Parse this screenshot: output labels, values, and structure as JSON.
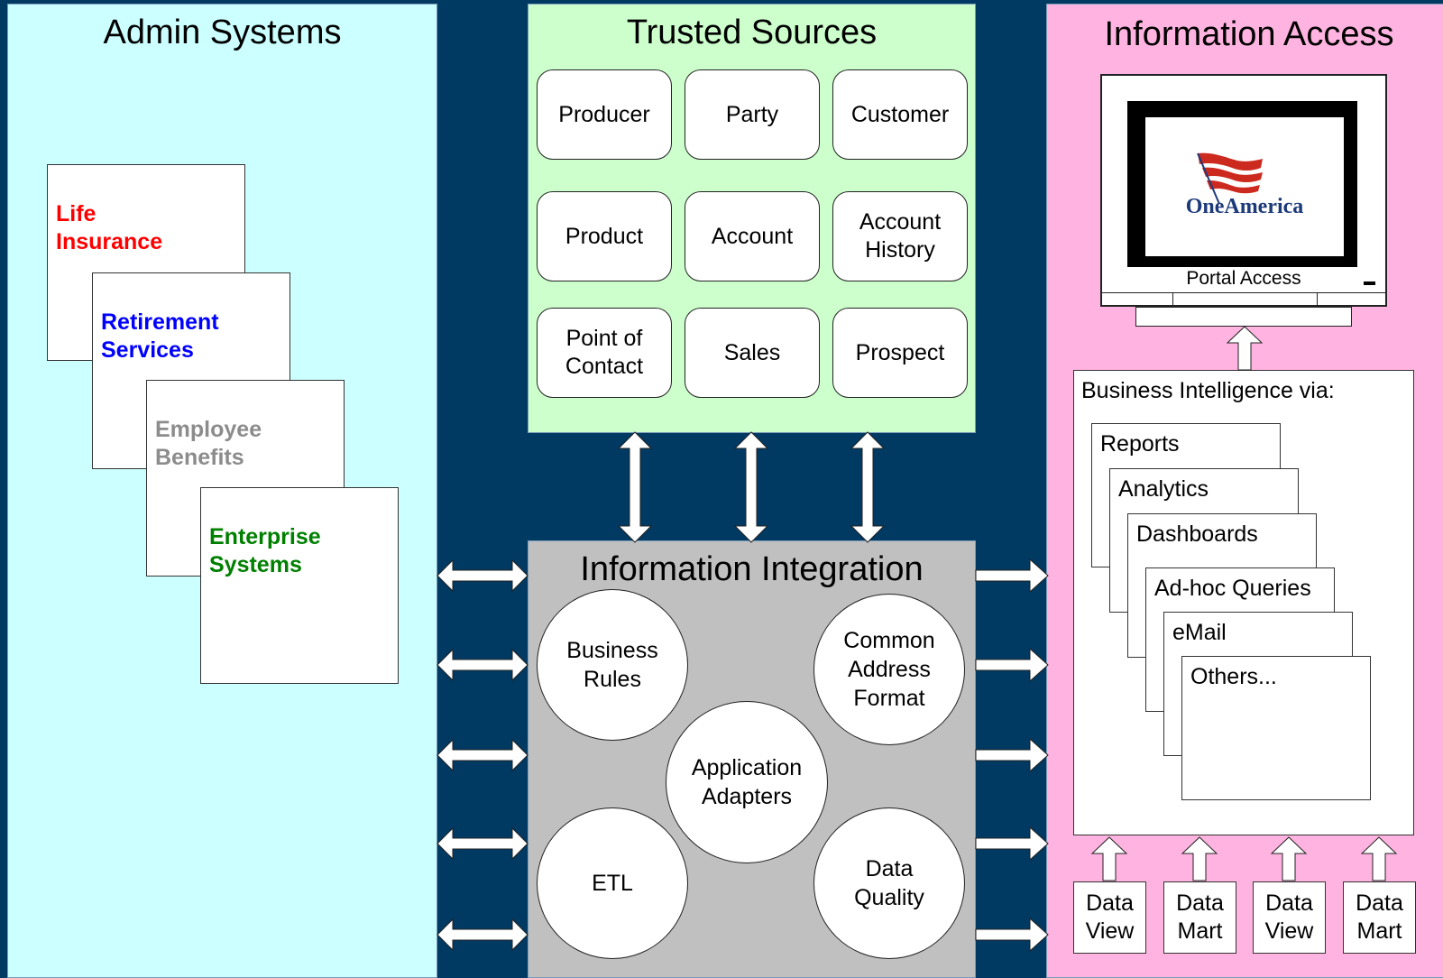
{
  "admin": {
    "title": "Admin Systems",
    "docs": [
      {
        "label": "Life\nInsurance",
        "color": "#ff0000"
      },
      {
        "label": "Retirement\nServices",
        "color": "#0000ff"
      },
      {
        "label": "Employee\nBenefits",
        "color": "#8c8c8c"
      },
      {
        "label": "Enterprise\nSystems",
        "color": "#008000"
      }
    ]
  },
  "trusted": {
    "title": "Trusted Sources",
    "items": [
      "Producer",
      "Party",
      "Customer",
      "Product",
      "Account",
      "Account\nHistory",
      "Point of\nContact",
      "Sales",
      "Prospect"
    ]
  },
  "integration": {
    "title": "Information Integration",
    "circles": {
      "business_rules": "Business\nRules",
      "common_address": "Common\nAddress\nFormat",
      "adapters": "Application\nAdapters",
      "etl": "ETL",
      "data_quality": "Data\nQuality"
    }
  },
  "access": {
    "title": "Information Access",
    "portal_label": "Portal Access",
    "logo_text": "OneAmerica",
    "bi_heading": "Business Intelligence via:",
    "bi_items": [
      "Reports",
      "Analytics",
      "Dashboards",
      "Ad-hoc Queries",
      "eMail",
      "Others..."
    ],
    "data_stores": [
      "Data\nView",
      "Data\nMart",
      "Data\nView",
      "Data\nMart"
    ]
  },
  "colors": {
    "background": "#003a63",
    "admin_panel": "#ccffff",
    "trusted_panel": "#ccffcc",
    "integration_panel": "#c0c0c0",
    "access_panel": "#ffb3e0",
    "logo_red": "#cc2a1f",
    "logo_blue": "#1d3a7a"
  }
}
